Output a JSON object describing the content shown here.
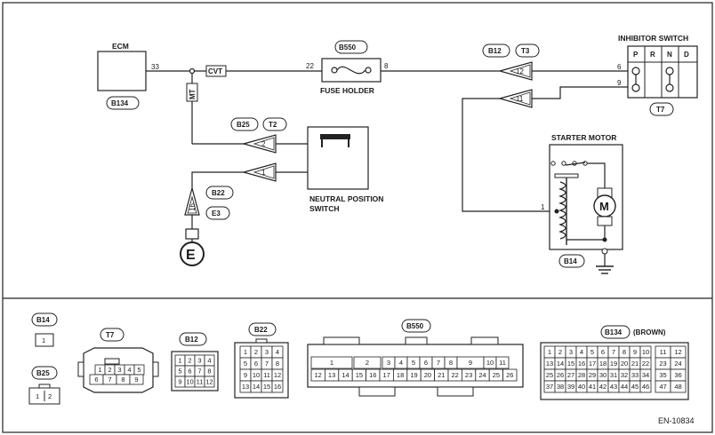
{
  "ecm": {
    "label": "ECM",
    "pin": "33",
    "connector": "B134"
  },
  "cvt_tag": "CVT",
  "mt_tag": "MT",
  "fuse_holder": {
    "label": "FUSE HOLDER",
    "connector": "B550",
    "pin_in": "22",
    "pin_out": "8"
  },
  "joint_upper": {
    "conn_a": "B12",
    "conn_b": "T3",
    "pin_top": "12",
    "pin_bottom": "11"
  },
  "inhibitor_switch": {
    "label": "INHIBITOR SWITCH",
    "connector": "T7",
    "positions": [
      "P",
      "R",
      "N",
      "D"
    ],
    "pin_a": "6",
    "pin_b": "9"
  },
  "neutral_joint": {
    "conn_a": "B25",
    "conn_b": "T2",
    "pin_top": "2",
    "pin_bottom": "1"
  },
  "neutral_switch": {
    "label_line1": "NEUTRAL POSITION",
    "label_line2": "SWITCH"
  },
  "ground_joint": {
    "conn_a": "B22",
    "conn_b": "E3",
    "pin": "16",
    "ground_symbol": "E"
  },
  "starter_motor": {
    "label": "STARTER MOTOR",
    "connector": "B14",
    "pin": "1",
    "motor_symbol": "M"
  },
  "connectors": {
    "b14": {
      "name": "B14",
      "rows": [
        [
          "1"
        ]
      ]
    },
    "b25": {
      "name": "B25",
      "rows": [
        [
          "1",
          "2"
        ]
      ]
    },
    "t7": {
      "name": "T7",
      "rows": [
        [
          "1",
          "2",
          "3",
          "4",
          "5"
        ],
        [
          "6",
          "7",
          "8",
          "9"
        ]
      ]
    },
    "b12": {
      "name": "B12",
      "rows": [
        [
          "1",
          "2",
          "3",
          "4"
        ],
        [
          "5",
          "6",
          "7",
          "8"
        ],
        [
          "9",
          "10",
          "11",
          "12"
        ]
      ]
    },
    "b22": {
      "name": "B22",
      "rows": [
        [
          "1",
          "2",
          "3",
          "4"
        ],
        [
          "5",
          "6",
          "7",
          "8"
        ],
        [
          "9",
          "10",
          "11",
          "12"
        ],
        [
          "13",
          "14",
          "15",
          "16"
        ]
      ]
    },
    "b550": {
      "name": "B550",
      "top": [
        "1",
        "2",
        "3",
        "4",
        "5",
        "6",
        "7",
        "8",
        "9",
        "10",
        "11"
      ],
      "bottom": [
        "12",
        "13",
        "14",
        "15",
        "16",
        "17",
        "18",
        "19",
        "20",
        "21",
        "22",
        "23",
        "24",
        "25",
        "26"
      ]
    },
    "b134": {
      "name": "B134",
      "note": "(BROWN)",
      "rows_left": [
        [
          "1",
          "2",
          "3",
          "4",
          "5",
          "6",
          "7",
          "8",
          "9",
          "10"
        ],
        [
          "13",
          "14",
          "15",
          "16",
          "17",
          "18",
          "19",
          "20",
          "21",
          "22"
        ],
        [
          "25",
          "26",
          "27",
          "28",
          "29",
          "30",
          "31",
          "32",
          "33",
          "34"
        ],
        [
          "37",
          "38",
          "39",
          "40",
          "41",
          "42",
          "43",
          "44",
          "45",
          "46"
        ]
      ],
      "rows_right": [
        [
          "11",
          "12"
        ],
        [
          "23",
          "24"
        ],
        [
          "35",
          "36"
        ],
        [
          "47",
          "48"
        ]
      ]
    }
  },
  "figure_code": "EN-10834"
}
